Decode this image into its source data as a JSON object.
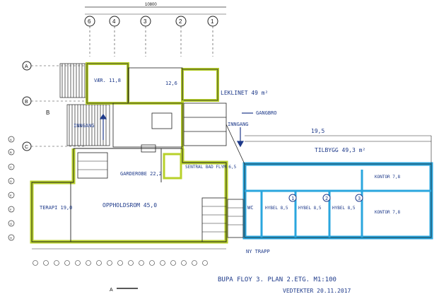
{
  "sheet": {
    "top_dimension": "10800",
    "axis_top": [
      "6",
      "4",
      "3",
      "2",
      "1"
    ],
    "axis_left": [
      "A",
      "B",
      "C",
      "D",
      "E",
      "F",
      "G",
      "H"
    ],
    "grid_marks_left": [
      "A",
      "B",
      "C"
    ],
    "section_marker": "A",
    "right_dim": "B"
  },
  "rooms": {
    "vaerelse_top_left": "VÆR. 11,8",
    "vaerelse_top_right": "12,6",
    "laeklinet": "LEKLINET 49 m²",
    "gangbro": "GANGBRO",
    "inngang_left": "INNGANG",
    "inngang_right": "INNGANG",
    "dim_19": "19,5",
    "tilbygg": "TILBYGG 49,3 m²",
    "garderobe": "GARDEROBE 22,2",
    "sentral_bad": "SENTRAL BAD FLYM 6,5",
    "terapi": "TERAPI 19,0",
    "oppholdsrom": "OPPHOLDSROM 45,0",
    "wc": "WC",
    "hybel_1": "HYBEL 8,5",
    "hybel_2": "HYBEL 8,5",
    "hybel_3": "HYBEL 8,5",
    "kontor_top": "KONTOR 7,8",
    "kontor": "KONTOR 7,8",
    "ny_trapp": "NY TRAPP",
    "circle_1": "1",
    "circle_2": "2",
    "circle_3": "3"
  },
  "title_block": {
    "line1": "BUPA FLOY 3.  PLAN 2.ETG. M1:100",
    "line2": "VEDTEKTER 20.11.2017"
  },
  "colors": {
    "existing_wall": "#b8d12a",
    "new_wall": "#2aa6de",
    "ink": "#1e3a8a"
  }
}
